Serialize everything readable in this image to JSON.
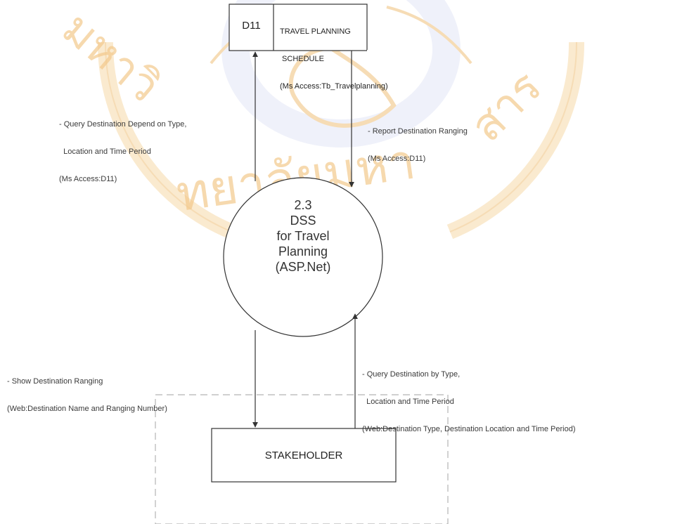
{
  "data_store": {
    "id": "D11",
    "name_line1": "TRAVEL PLANNING",
    "name_line2": " SCHEDULE",
    "name_line3": "(Ms Access:Tb_Travelplanning)"
  },
  "process": {
    "number": "2.3",
    "line1": "DSS",
    "line2": "for Travel",
    "line3": "Planning",
    "line4": "(ASP.Net)"
  },
  "entity": {
    "name": "STAKEHOLDER"
  },
  "flows": {
    "query_store": {
      "line1": "- Query Destination Depend on Type,",
      "line2": "  Location and Time Period",
      "line3": "(Ms Access:D11)"
    },
    "report_store": {
      "line1": "- Report Destination Ranging",
      "line2": "(Ms Access:D11)"
    },
    "show_ranging": {
      "line1": "- Show Destination Ranging",
      "line2": "(Web:Destination Name and Ranging Number)"
    },
    "query_type": {
      "line1": "- Query Destination by Type,",
      "line2": "  Location and Time Period",
      "line3": "(Web:Destination Type, Destination Location and Time Period)"
    }
  },
  "colors": {
    "line": "#333333",
    "dashed_boundary": "#b5b5b5",
    "watermark": "#f3c98c"
  },
  "watermark": {
    "description": "university seal watermark with Thai lettering",
    "text": "มหาวิทยาลัยมหาสารคาม"
  }
}
